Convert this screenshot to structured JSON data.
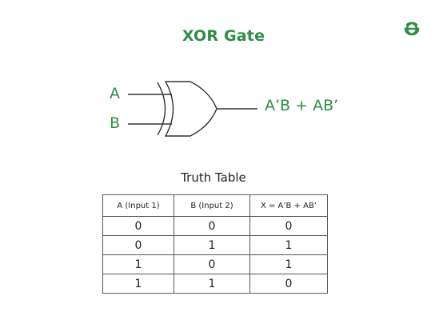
{
  "colors": {
    "accent": "#2f8d46",
    "line": "#333333",
    "text": "#222222"
  },
  "header": {
    "title": "XOR Gate",
    "logo_icon": "geeksforgeeks-logo-icon"
  },
  "diagram": {
    "gate": "xor-gate",
    "input_a": "A",
    "input_b": "B",
    "output": "A’B + AB’"
  },
  "truth_table": {
    "title": "Truth Table",
    "headers": [
      "A (Input 1)",
      "B (Input 2)",
      "X = A’B + AB’"
    ],
    "rows": [
      [
        "0",
        "0",
        "0"
      ],
      [
        "0",
        "1",
        "1"
      ],
      [
        "1",
        "0",
        "1"
      ],
      [
        "1",
        "1",
        "0"
      ]
    ]
  }
}
